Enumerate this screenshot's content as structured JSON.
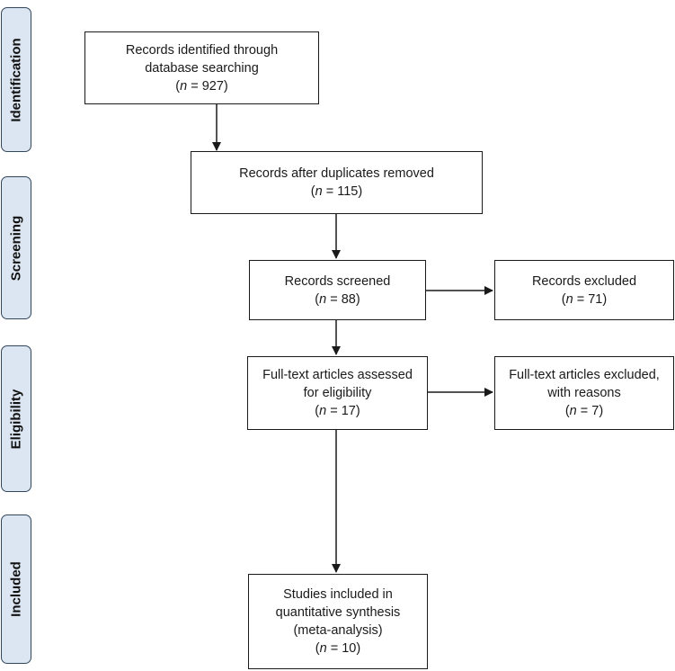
{
  "stages": [
    {
      "id": "identification",
      "label": "Identification"
    },
    {
      "id": "screening",
      "label": "Screening"
    },
    {
      "id": "eligibility",
      "label": "Eligibility"
    },
    {
      "id": "included",
      "label": "Included"
    }
  ],
  "boxes": {
    "identified": {
      "lines": [
        "Records identified through",
        "database searching"
      ],
      "n_var": "n",
      "n_rest": " = 927)"
    },
    "deduplicated": {
      "lines": [
        "Records after duplicates removed"
      ],
      "n_var": "n",
      "n_rest": " = 115)"
    },
    "screened": {
      "lines": [
        "Records screened"
      ],
      "n_var": "n",
      "n_rest": " = 88)"
    },
    "excluded": {
      "lines": [
        "Records excluded"
      ],
      "n_var": "n",
      "n_rest": " = 71)"
    },
    "fulltext": {
      "lines": [
        "Full-text articles assessed",
        "for eligibility"
      ],
      "n_var": "n",
      "n_rest": " = 17)"
    },
    "fulltext_excluded": {
      "lines": [
        "Full-text articles excluded,",
        "with reasons"
      ],
      "n_var": "n",
      "n_rest": " = 7)"
    },
    "included": {
      "lines": [
        "Studies included in",
        "quantitative synthesis",
        "(meta-analysis)"
      ],
      "n_var": "n",
      "n_rest": " = 10)"
    }
  },
  "n_open": "(",
  "colors": {
    "stage_fill": "#dce6f2",
    "stage_border": "#33475c",
    "line": "#1a1a1a"
  }
}
